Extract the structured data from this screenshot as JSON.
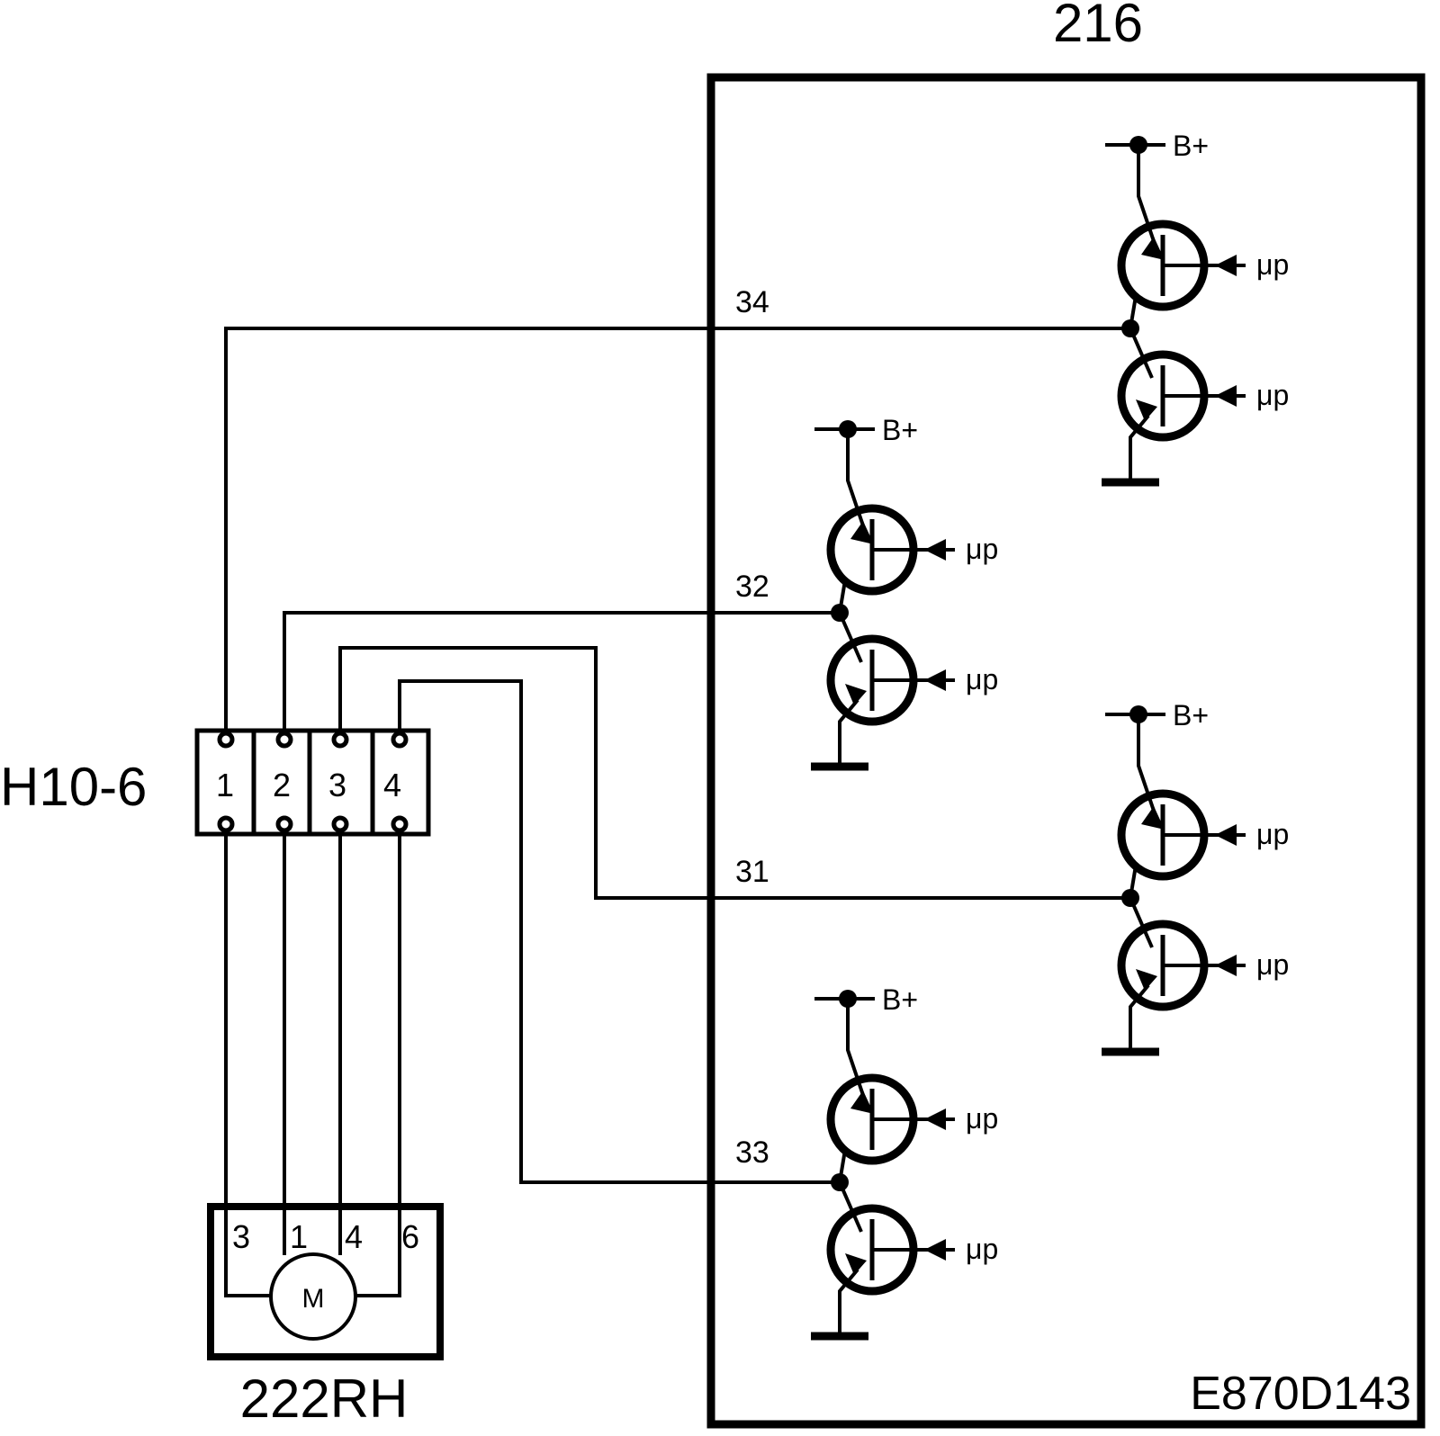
{
  "module_label": "216",
  "connector_label": "H10-6",
  "motor_label": "222RH",
  "drawing_id": "E870D143",
  "motor_symbol": "M",
  "connector_pins": [
    "1",
    "2",
    "3",
    "4"
  ],
  "motor_pins": [
    "3",
    "1",
    "4",
    "6"
  ],
  "supply_label": "B+",
  "control_label": "μp",
  "circuits": [
    {
      "wire": "34"
    },
    {
      "wire": "32"
    },
    {
      "wire": "31"
    },
    {
      "wire": "33"
    }
  ],
  "colors": {
    "line": "#000000",
    "background": "#ffffff"
  }
}
